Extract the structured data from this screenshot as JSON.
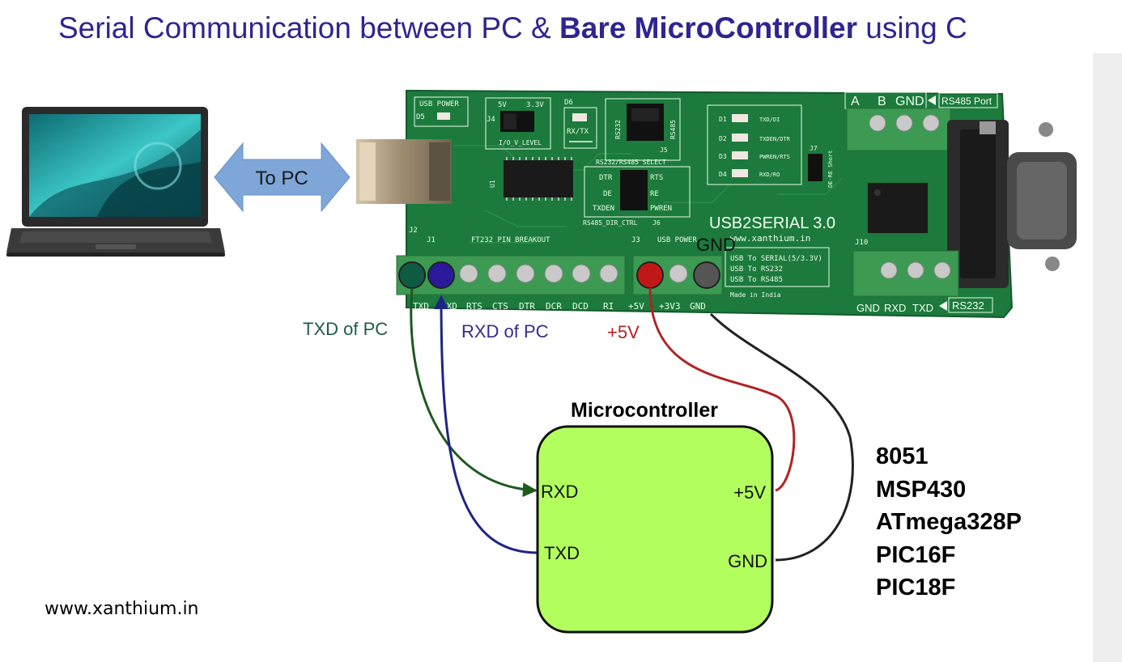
{
  "title": {
    "part1": "Serial Communication between PC & ",
    "bold": "Bare MicroController",
    "part2": " using C"
  },
  "arrow_label": "To PC",
  "board": {
    "name": "USB2SERIAL 3.0",
    "url": "www.xanthium.in",
    "features": [
      "USB To SERIAL(5/3.3V)",
      "USB To RS232",
      "USB To RS485"
    ],
    "made_in": "Made in India",
    "usb_power_label": "USB POWER",
    "d5": "D5",
    "d6": "D6",
    "rx_tx": "RX/TX",
    "j4": "J4",
    "io_v_level": "I/O_V_LEVEL",
    "v5": "5V",
    "v33": "3.3V",
    "rs232_select": "RS232/RS485 SELECT",
    "rs232_vert": "RS232",
    "rs485_vert": "RS485",
    "j5": "J5",
    "u1": "U1",
    "dtr": "DTR",
    "rts": "RTS",
    "de": "DE",
    "re": "RE",
    "txden": "TXDEN",
    "pwren": "PWREN",
    "rs485_dir_ctrl": "RS485_DIR_CTRL",
    "j6": "J6",
    "leds": [
      "TXD/DI",
      "TXDEN/DTR",
      "PWREN/RTS",
      "RXD/RO"
    ],
    "led_ids": [
      "D1",
      "D2",
      "D3",
      "D4"
    ],
    "j7": "J7",
    "de_re_short": "DE-RE Short",
    "rs485_terminals": [
      "A",
      "B",
      "GND"
    ],
    "rs485_port": "RS485 Port",
    "rs232_terminals": [
      "GND",
      "RXD",
      "TXD"
    ],
    "rs232_port": "RS232",
    "j10": "J10",
    "j1": "J1",
    "j2": "J2",
    "j3": "J3",
    "ft232_breakout": "FT232 PIN BREAKOUT",
    "usb_power_j3": "USB POWER",
    "breakout_pins": [
      "TXD",
      "RXD",
      "RTS",
      "CTS",
      "DTR",
      "DCR",
      "DCD",
      "RI"
    ],
    "power_pins": [
      "+5V",
      "+3V3",
      "GND"
    ]
  },
  "pin_labels": {
    "txd_pc": "TXD of PC",
    "rxd_pc": "RXD of PC",
    "plus5v": "+5V",
    "gnd": "GND"
  },
  "mcu": {
    "title": "Microcontroller",
    "rxd": "RXD",
    "txd": "TXD",
    "plus5v": "+5V",
    "gnd": "GND"
  },
  "mcu_list": [
    "8051",
    "MSP430",
    "ATmega328P",
    "PIC16F",
    "PIC18F"
  ],
  "website": "www.xanthium.in",
  "colors": {
    "title": "#2e2590",
    "txd_wire": "#1f5a1f",
    "rxd_wire": "#1e2585",
    "vcc_wire": "#b22222",
    "gnd_wire": "#222222",
    "mcu_fill": "#b3ff5e",
    "pcb": "#1c7a3c",
    "arrow": "#7ea6d8"
  }
}
